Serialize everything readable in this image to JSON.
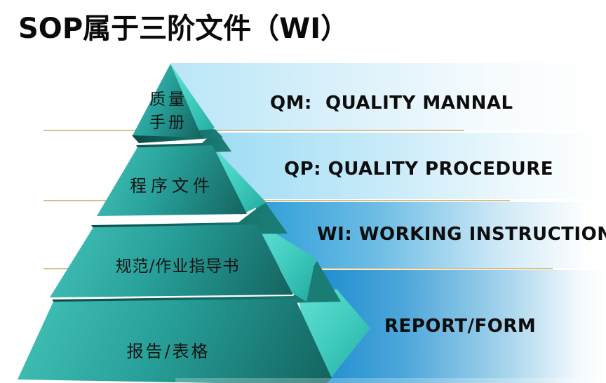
{
  "slide": {
    "title": "SOP属于三阶文件（WI）",
    "pyramid": {
      "tiers": [
        {
          "level": 1,
          "label_zh": "质量手册",
          "zh_line1": "质量",
          "zh_line2": "手册",
          "label_en": "QM:  QUALITY MANNAL"
        },
        {
          "level": 2,
          "label_zh": "程序文件",
          "label_en": "QP: QUALITY PROCEDURE"
        },
        {
          "level": 3,
          "label_zh": "规范/作业指导书",
          "label_en": "WI: WORKING INSTRUCTION"
        },
        {
          "level": 4,
          "label_zh": "报告/表格",
          "label_en": "REPORT/FORM"
        }
      ]
    },
    "colors": {
      "pyramid_front_teal": "#27a099",
      "pyramid_side_aqua": "#4fd6c9",
      "pyramid_shadow_dark": "#0b4745",
      "band_blue_strong": "#1e8ecf",
      "band_blue_light": "#b9e6f7",
      "separator_tan": "#cdb57a",
      "text": "#111111",
      "background": "#ffffff"
    }
  }
}
